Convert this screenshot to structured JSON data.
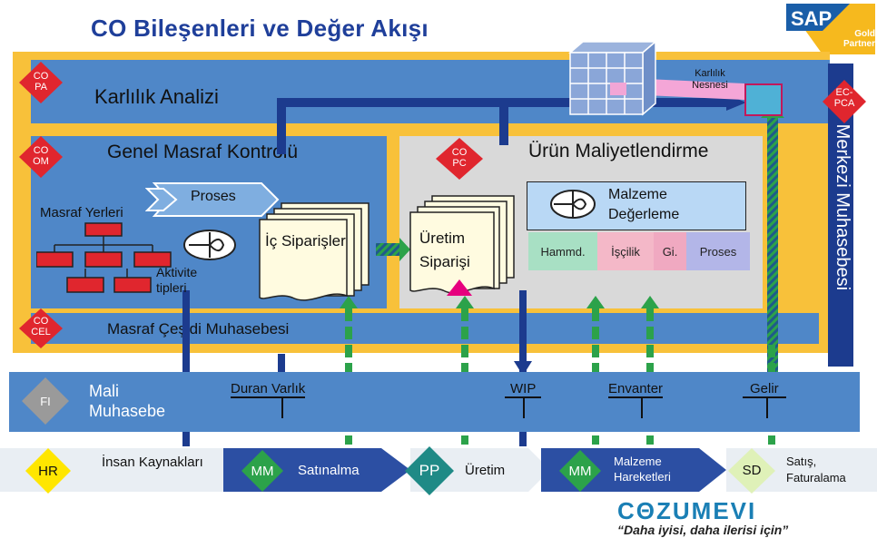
{
  "title": "CO Bileşenleri ve Değer Akışı",
  "sap_logo": {
    "brand": "SAP",
    "badge": "Gold Partner"
  },
  "modules": {
    "copa": "CO PA",
    "ecpca": "EC-PCA",
    "com": "CO OM",
    "copc": "CO PC",
    "cocel": "CO CEL",
    "fi": "FI",
    "hr": "HR",
    "mm1": "MM",
    "pp": "PP",
    "mm2": "MM",
    "sd": "SD"
  },
  "karlilik_analizi": "Karlılık Analizi",
  "karlilik_nesnesi": "Karlılık Nesnesi",
  "kar_merkezi": "Kar Merkezi Muhasebesi",
  "genel_masraf": "Genel Masraf Kontrolü",
  "proses": "Proses",
  "masraf_yerleri": "Masraf Yerleri",
  "aktivite_tipleri": "Aktivite tipleri",
  "ic_siparisler": "İç Siparişler",
  "urun_maliyet": "Ürün Maliyetlendirme",
  "uretim_siparisi": "Üretim Siparişi",
  "malzeme_degerleme": "Malzeme Değerleme",
  "cost_elements": [
    "Hammd.",
    "İşçilik",
    "Gi.",
    "Proses"
  ],
  "masraf_cesidi": "Masraf Çeşidi Muhasebesi",
  "fi_label": "Mali Muhasebe",
  "fi_items": [
    "Duran Varlık",
    "WIP",
    "Envanter",
    "Gelir"
  ],
  "bottom": {
    "hr_label": "İnsan Kaynakları",
    "mm1_label": "Satınalma",
    "pp_label": "Üretim",
    "mm2_label": "Malzeme Hareketleri",
    "sd_label": "Satış, Faturalama"
  },
  "brand": "CΘZUMEVI",
  "slogan": "“Daha iyisi, daha ilerisi için”",
  "colors": {
    "accent_blue": "#1f3f9a",
    "panel_blue": "#4f87c8",
    "frame_yellow": "#f8c13a",
    "diamond_red": "#e0262e",
    "flow_green": "#2ca24a"
  }
}
